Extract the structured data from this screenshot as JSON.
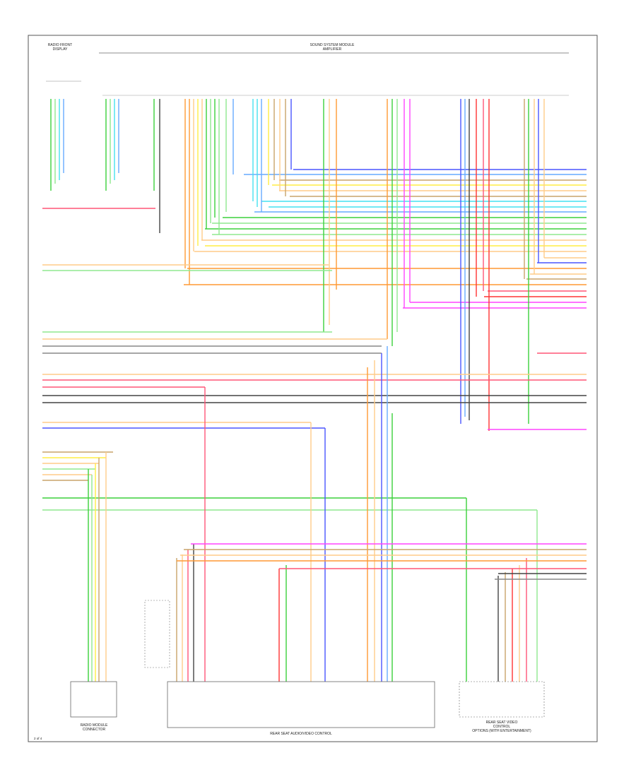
{
  "diagram": {
    "top_left_box_label": [
      "RADIO FRONT",
      "DISPLAY"
    ],
    "top_module_label": [
      "SOUND SYSTEM MODULE",
      "AMPLIFIER"
    ],
    "bottom_labels": {
      "left_box": [
        "RADIO MODULE",
        "CONNECTOR"
      ],
      "center_box": "REAR SEAT AUDIO/VIDEO CONTROL",
      "right_box": [
        "REAR SEAT VIDEO",
        "CONTROL",
        "OPTIONS (WITH ENTERTAINMENT)"
      ]
    },
    "page_ref": "2 of 4",
    "colors": {
      "green": "#3bd13b",
      "light_green": "#8fe88f",
      "orange": "#ff9933",
      "light_orange": "#ffcc88",
      "yellow": "#ffee44",
      "tan": "#c9a46a",
      "brown": "#a0703a",
      "blue": "#4a55ff",
      "light_blue": "#66aaff",
      "cyan": "#44e0f0",
      "pink": "#ff5577",
      "magenta": "#ff44ff",
      "red": "#ff3333",
      "gray": "#888888",
      "dark_gray": "#444444",
      "black": "#111111"
    }
  }
}
